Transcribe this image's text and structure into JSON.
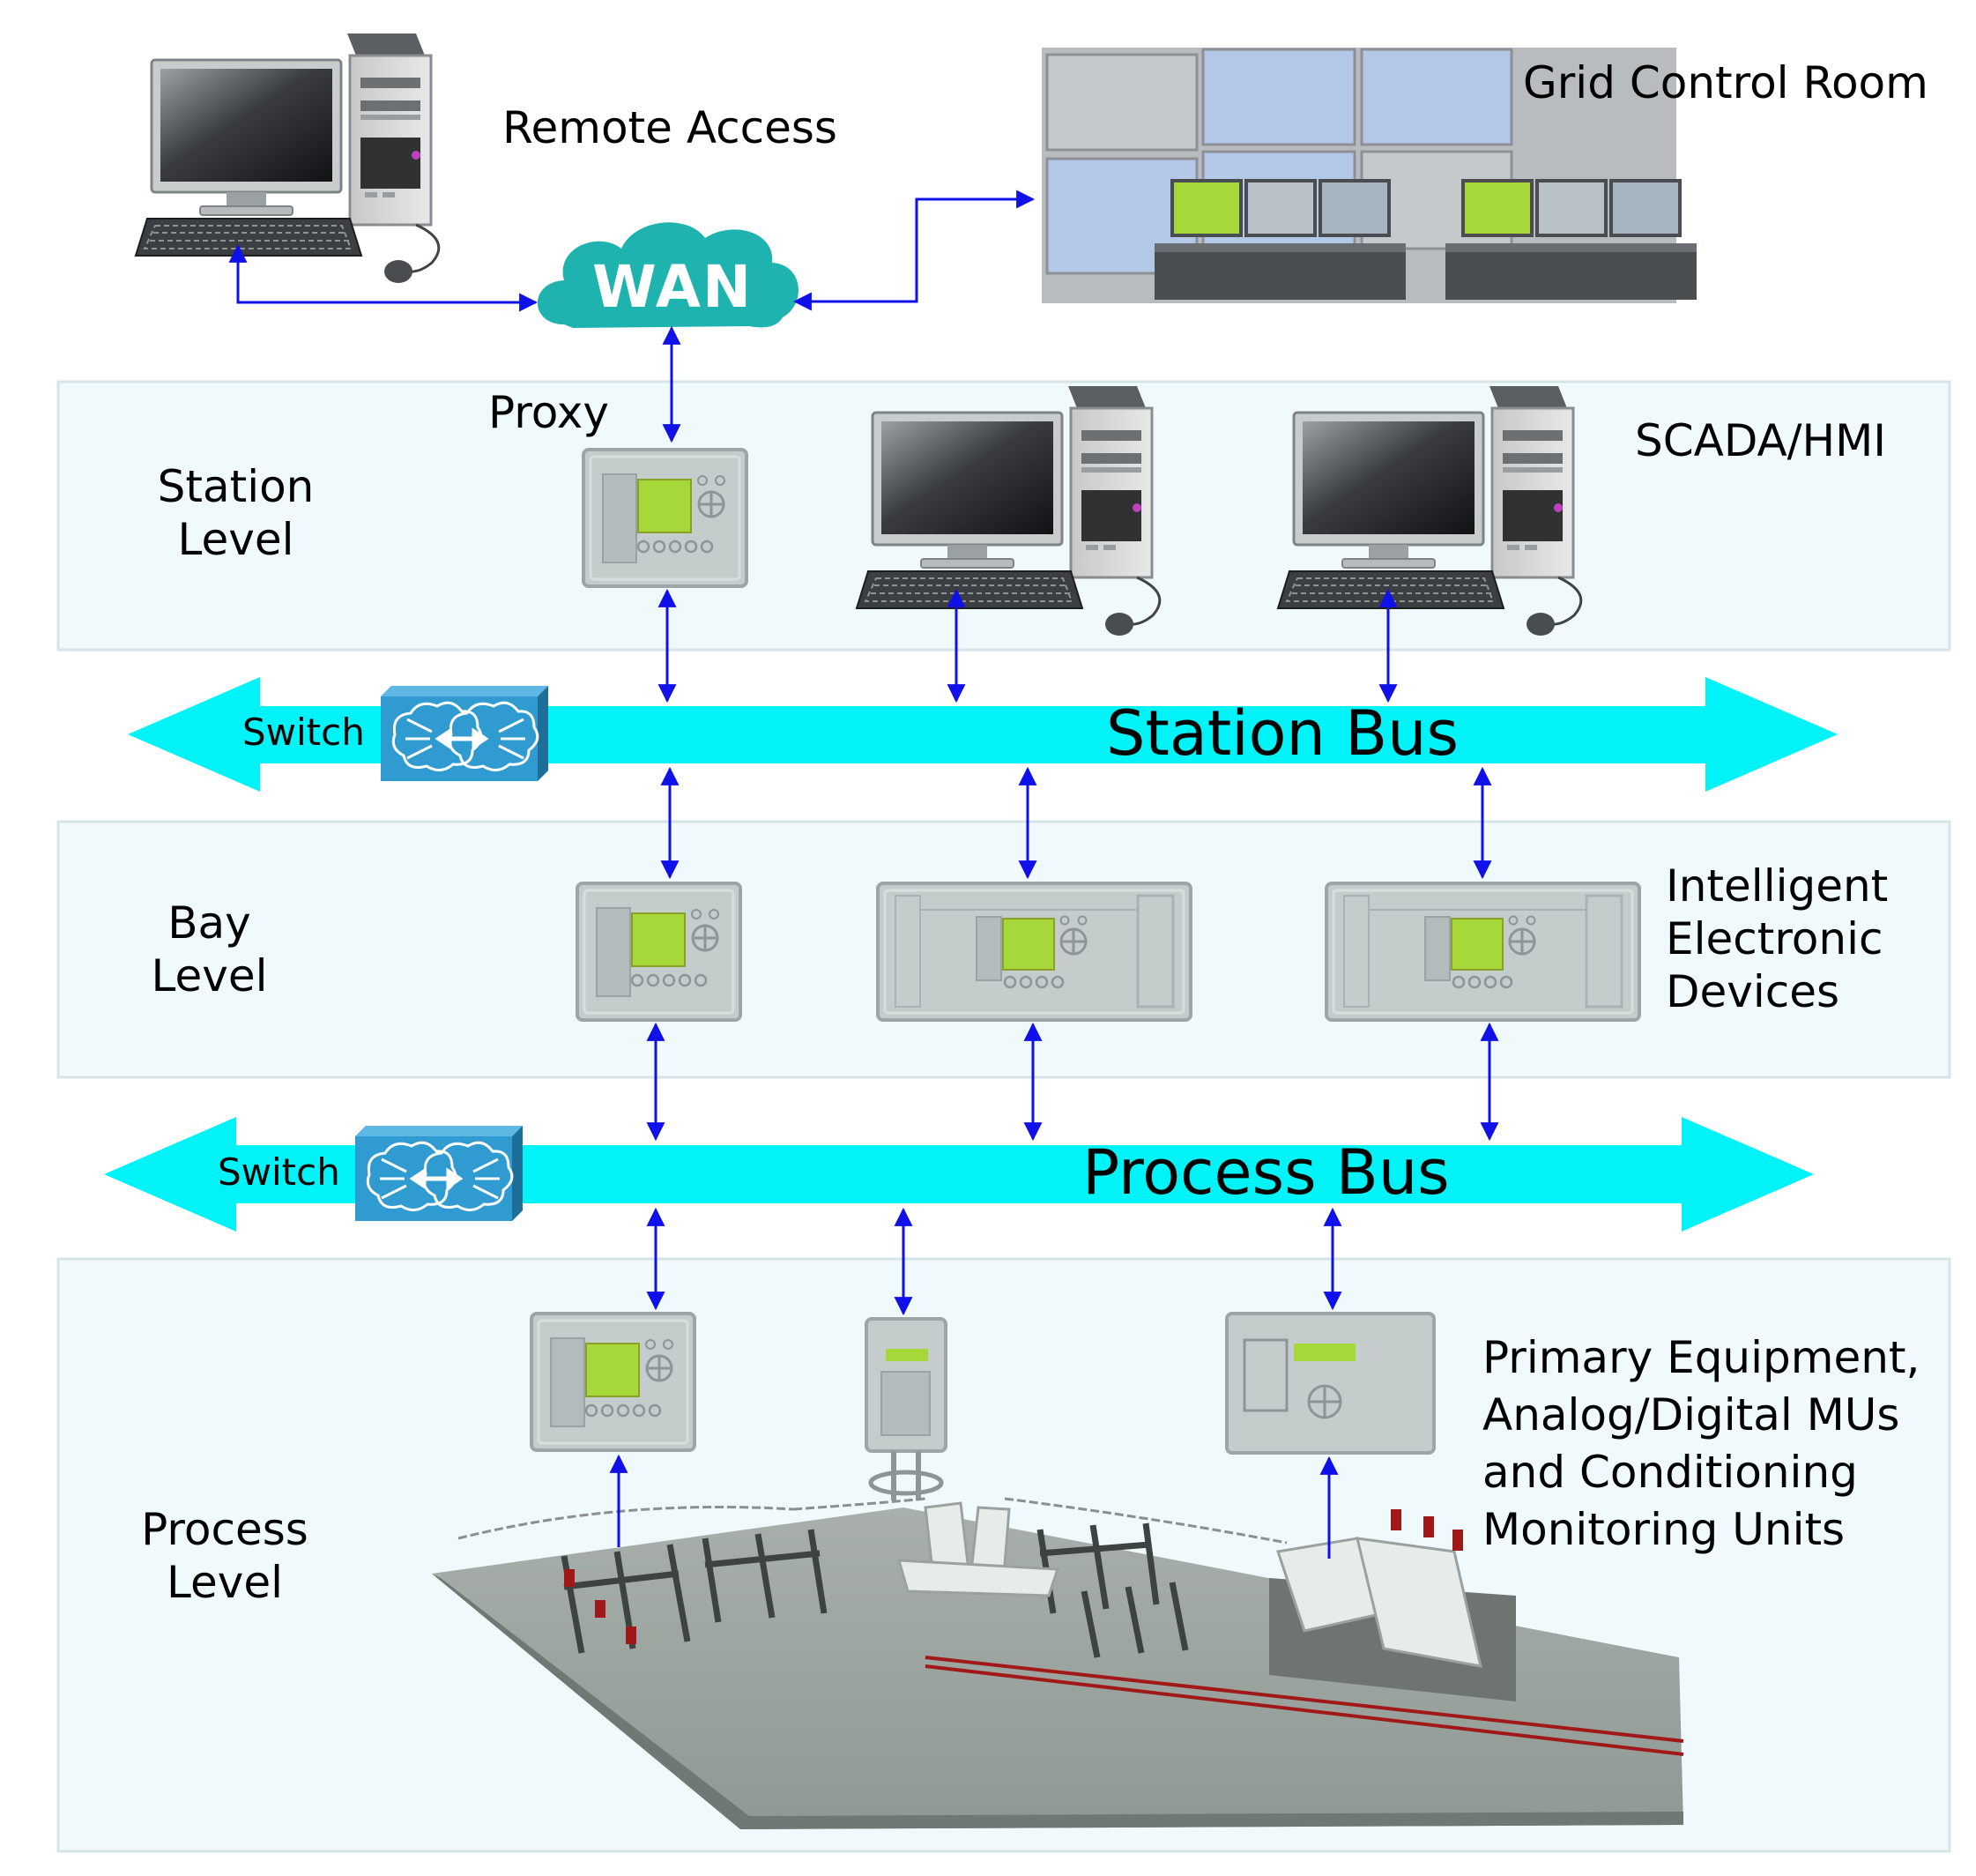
{
  "top": {
    "remote_access_label": "Remote Access",
    "grid_control_room_label": "Grid Control Room",
    "wan_label": "WAN"
  },
  "levels": {
    "station": {
      "label": "Station\nLevel",
      "proxy_label": "Proxy",
      "scada_label": "SCADA/HMI"
    },
    "bay": {
      "label": "Bay\nLevel",
      "ied_label": "Intelligent\nElectronic\nDevices"
    },
    "process": {
      "label": "Process\nLevel",
      "equipment_label": "Primary Equipment,\nAnalog/Digital MUs\nand Conditioning\nMonitoring Units"
    }
  },
  "buses": {
    "station_bus": {
      "label": "Station Bus",
      "switch_label": "Switch"
    },
    "process_bus": {
      "label": "Process Bus",
      "switch_label": "Switch"
    }
  },
  "colors": {
    "bus_cyan": "#00f4f7",
    "level_panel": "#f0fafc",
    "level_border": "#d6e4e8",
    "link_blue": "#1010e8",
    "wan_teal": "#1fb3b0",
    "switch_blue": "#2f9bd0",
    "screen_green": "#a6d83a",
    "device_gray": "#c4cccc"
  }
}
